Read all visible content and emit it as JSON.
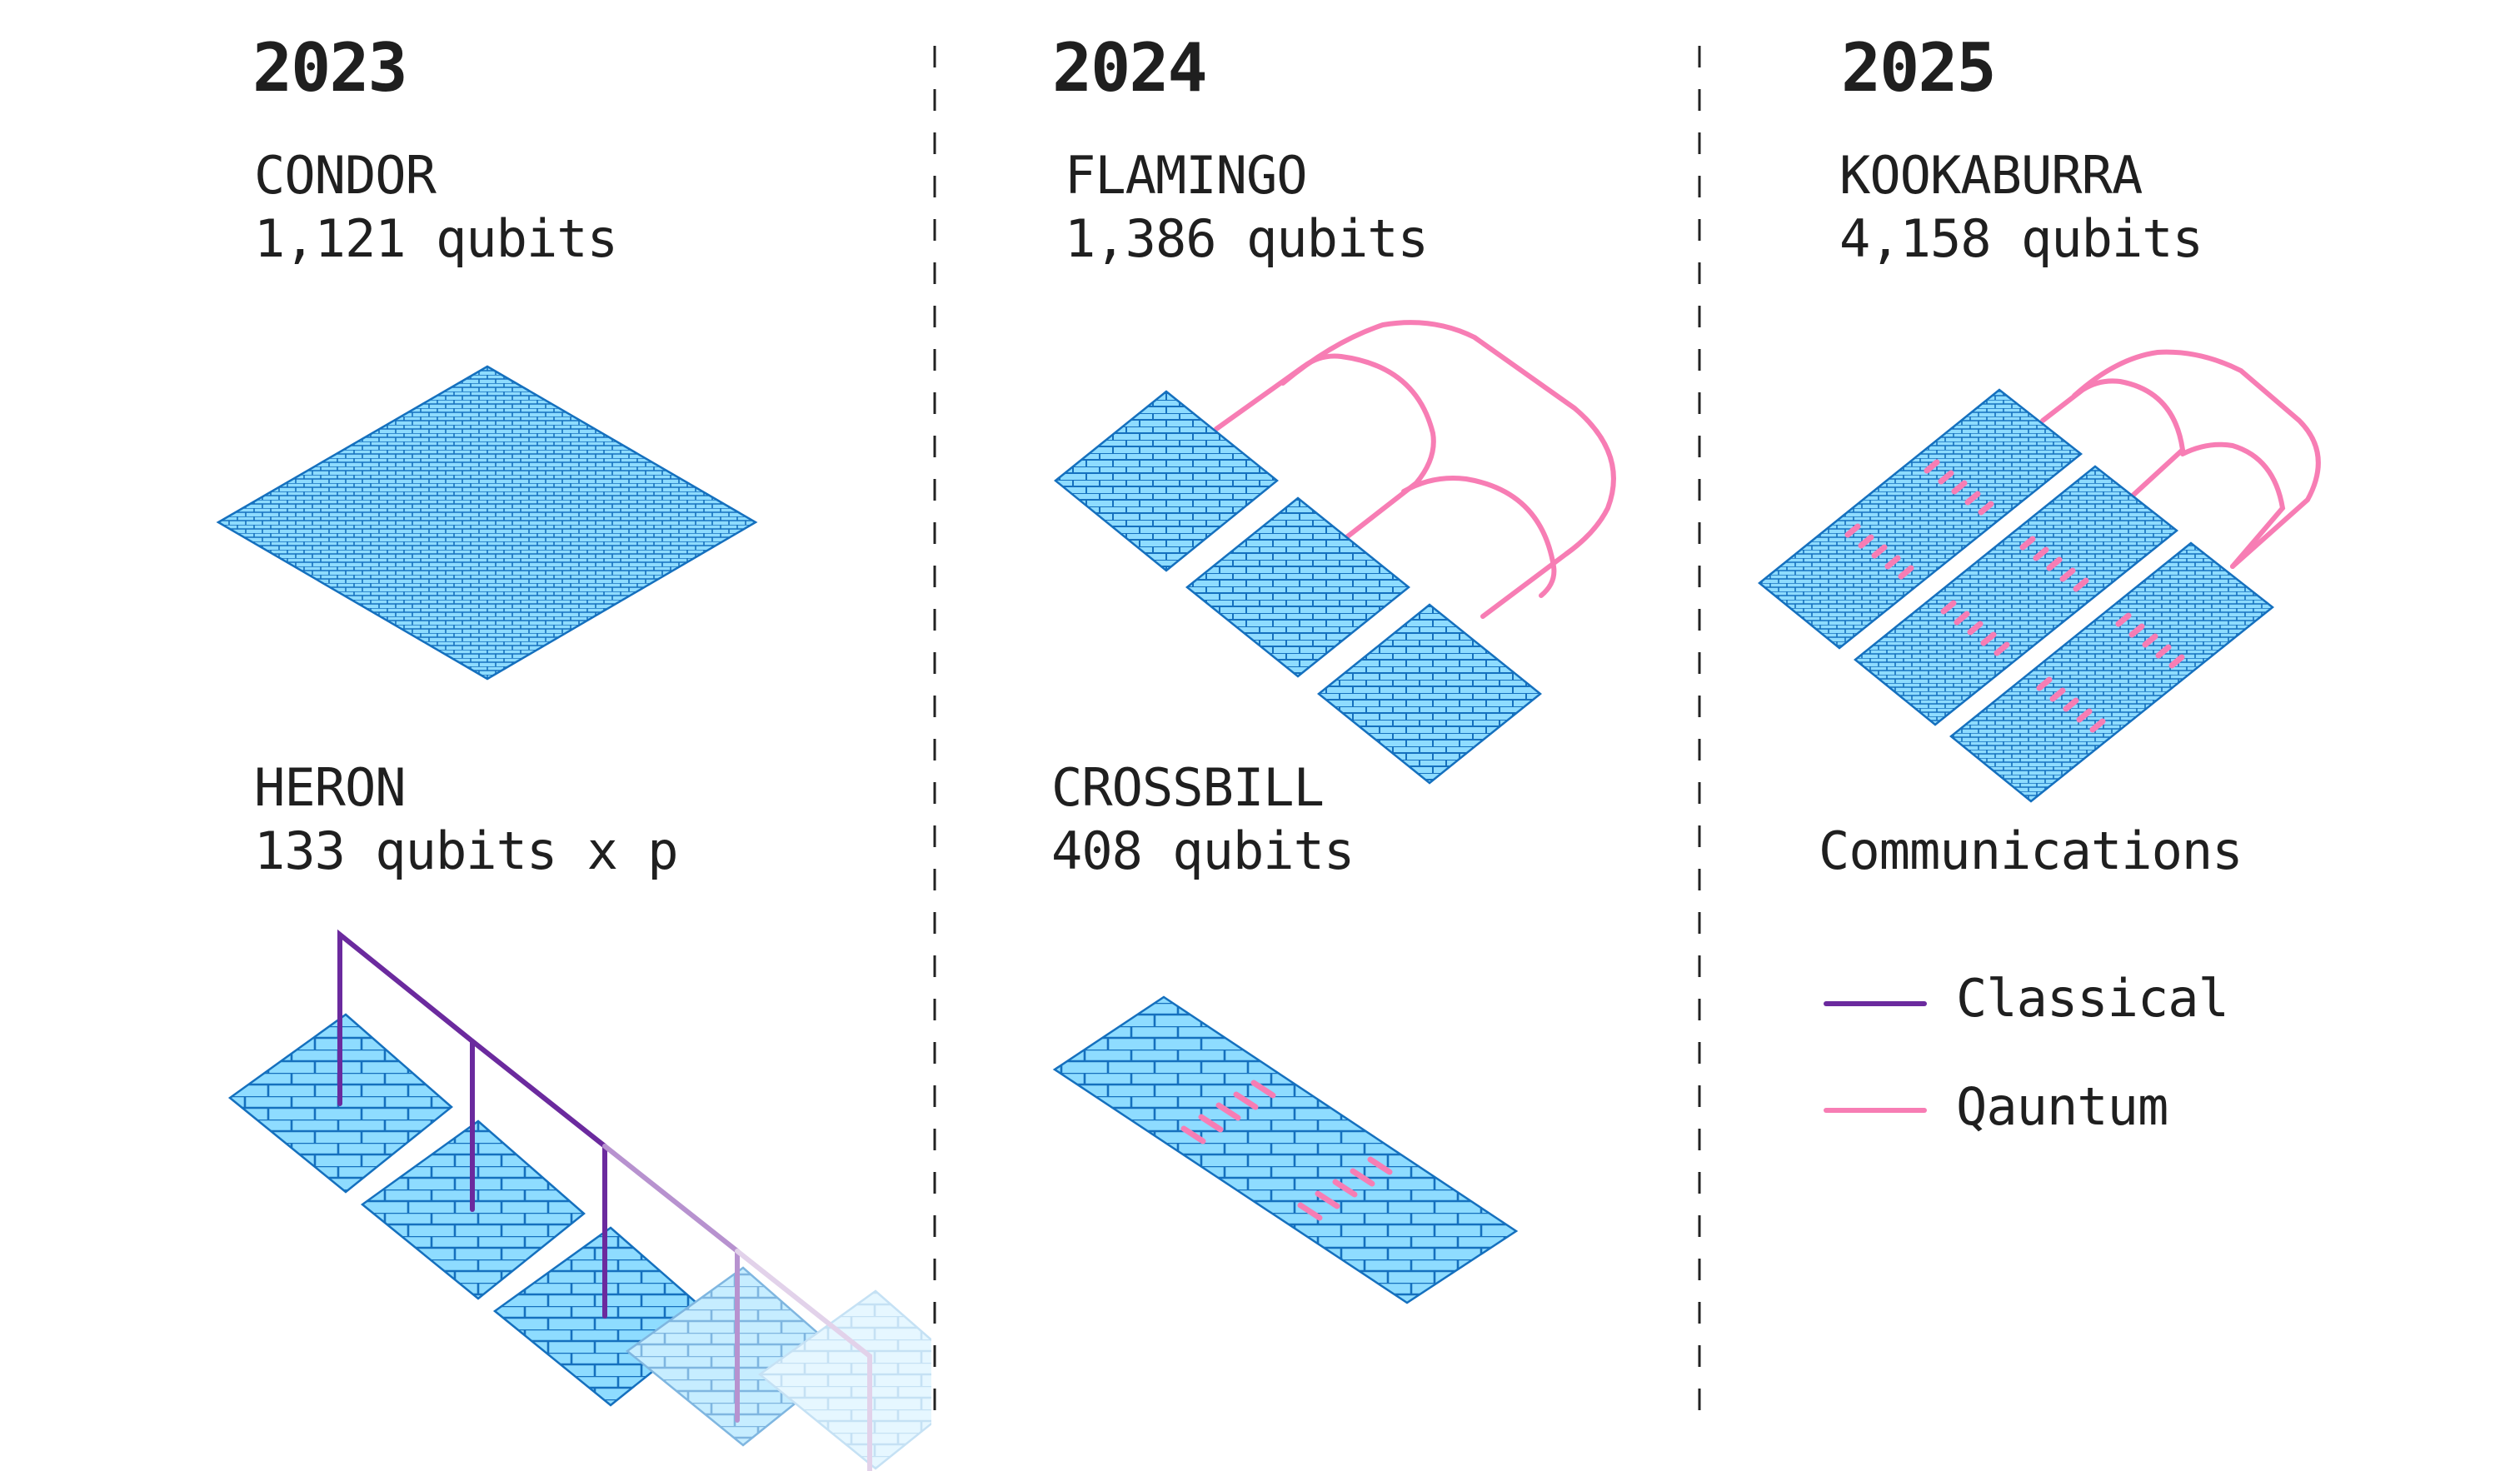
{
  "columns": [
    {
      "year": "2023",
      "top": {
        "name": "CONDOR",
        "qubits": "1,121 qubits"
      },
      "bottom": {
        "name": "HERON",
        "qubits": "133 qubits x p"
      }
    },
    {
      "year": "2024",
      "top": {
        "name": "FLAMINGO",
        "qubits": "1,386 qubits"
      },
      "bottom": {
        "name": "CROSSBILL",
        "qubits": "408 qubits"
      }
    },
    {
      "year": "2025",
      "top": {
        "name": "KOOKABURRA",
        "qubits": "4,158 qubits"
      }
    }
  ],
  "legend": {
    "title": "Communications",
    "items": [
      {
        "label": "Classical",
        "color": "#6B2A9E"
      },
      {
        "label": "Qauntum",
        "color": "#F77DB4"
      }
    ]
  },
  "colors": {
    "chip_fill": "#8EDCFF",
    "chip_stroke": "#1570BE",
    "classical": "#6B2A9E",
    "quantum": "#F77DB4",
    "divider": "#222222",
    "text": "#1f1f1f"
  }
}
